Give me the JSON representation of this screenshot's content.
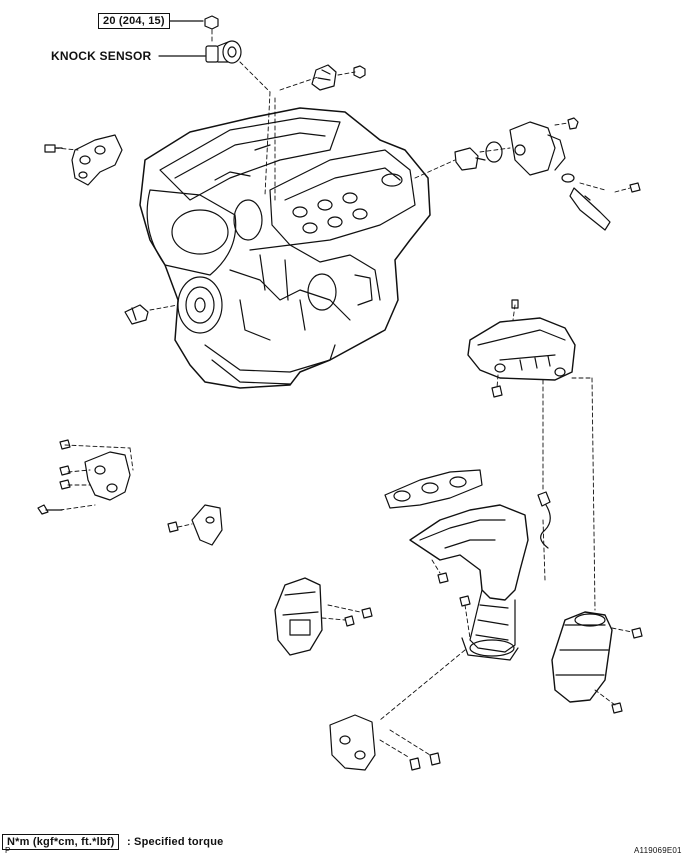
{
  "labels": {
    "torque_spec": "20 (204, 15)",
    "knock_sensor": "KNOCK SENSOR",
    "legend_box": "N*m (kgf*cm, ft.*lbf)",
    "legend_text": ": Specified torque",
    "page_mark": "P",
    "figure_id": "A119069E01"
  }
}
